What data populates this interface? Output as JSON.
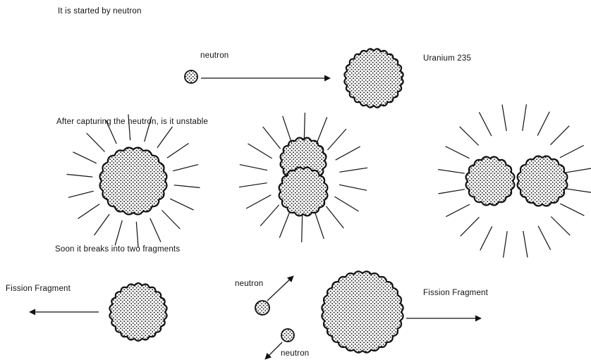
{
  "step1": {
    "caption": "It is started by neutron",
    "neutron_label": "neutron",
    "nucleus_label": "Uranium 235"
  },
  "step2": {
    "caption": "After capturing the neutron, is it unstable"
  },
  "step3": {
    "caption": "Soon it breaks into two fragments",
    "left_fragment_label": "Fission Fragment",
    "right_fragment_label": "Fission Fragment",
    "neutron_top_label": "neutron",
    "neutron_bottom_label": "neutron"
  },
  "colors": {
    "ink": "#111111",
    "fill": "#9a9a9a",
    "background": "#ffffff"
  }
}
